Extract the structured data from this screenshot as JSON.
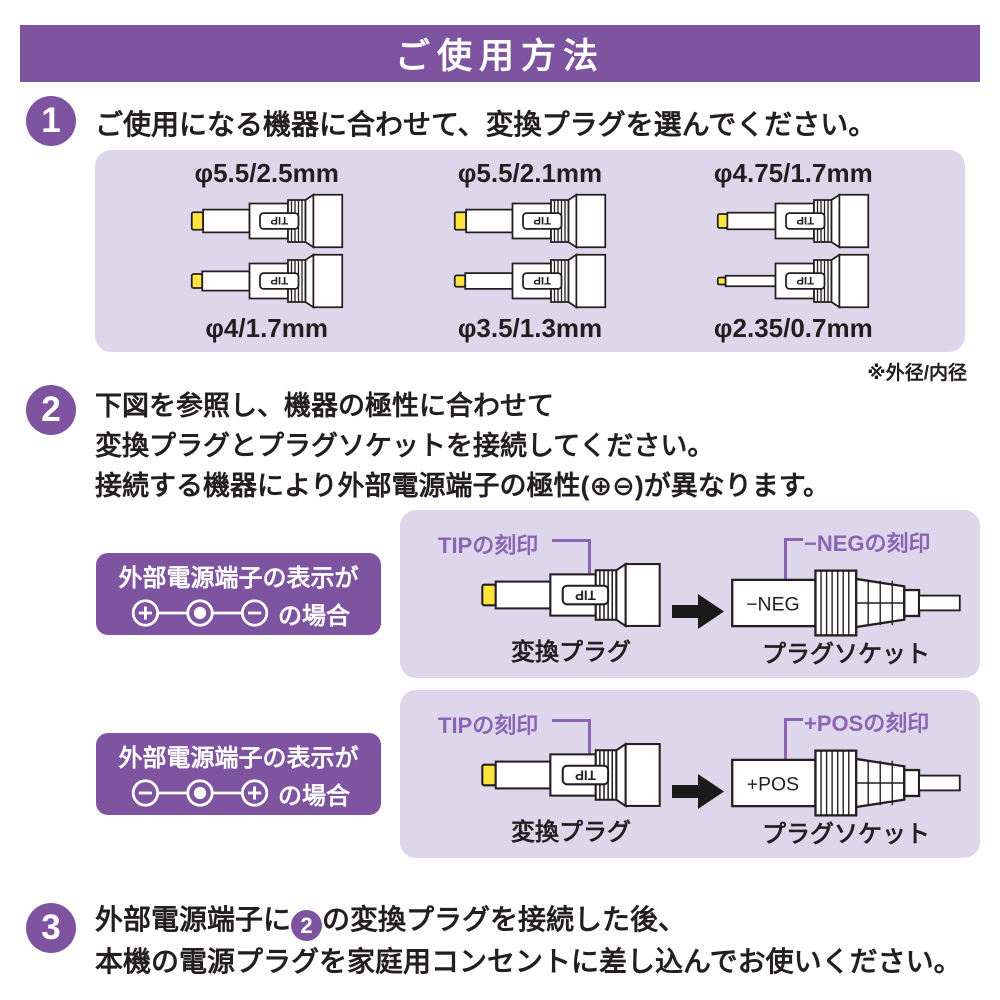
{
  "header": {
    "title": "ご使用方法"
  },
  "steps": [
    {
      "number": "1",
      "text": "ご使用になる機器に合わせて、変換プラグを選んでください。"
    },
    {
      "number": "2",
      "lines": [
        "下図を参照し、機器の極性に合わせて",
        "変換プラグとプラグソケットを接続してください。",
        "接続する機器により外部電源端子の極性(⊕⊖)が異なります。"
      ]
    },
    {
      "number": "3",
      "line1_before": "外部電源端子に",
      "badge": "2",
      "line1_after": "の変換プラグを接続した後、",
      "line2": "本機の電源プラグを家庭用コンセントに差し込んでお使いください。"
    }
  ],
  "plug_section": {
    "note": "※外径/内径",
    "plug_marking": "TIP",
    "columns": [
      {
        "top": "φ5.5/2.5mm",
        "bottom": "φ4/1.7mm"
      },
      {
        "top": "φ5.5/2.1mm",
        "bottom": "φ3.5/1.3mm"
      },
      {
        "top": "φ4.75/1.7mm",
        "bottom": "φ2.35/0.7mm"
      }
    ]
  },
  "diagrams": [
    {
      "device_line": "外部電源端子の表示が",
      "polarity": "plus-minus",
      "case_suffix": "の場合",
      "tip_label": "TIPの刻印",
      "plug_caption": "変換プラグ",
      "socket_marking": "−NEG",
      "socket_label": "−NEGの刻印",
      "socket_caption": "プラグソケット"
    },
    {
      "device_line": "外部電源端子の表示が",
      "polarity": "minus-plus",
      "case_suffix": "の場合",
      "tip_label": "TIPの刻印",
      "plug_caption": "変換プラグ",
      "socket_marking": "+POS",
      "socket_label": "+POSの刻印",
      "socket_caption": "プラグソケット"
    }
  ],
  "colors": {
    "purple": "#7e54a0",
    "light_purple": "#ded7eb",
    "callout_purple": "#8c64b4",
    "tip_yellow": "#ffe33e",
    "line_black": "#231f20"
  }
}
